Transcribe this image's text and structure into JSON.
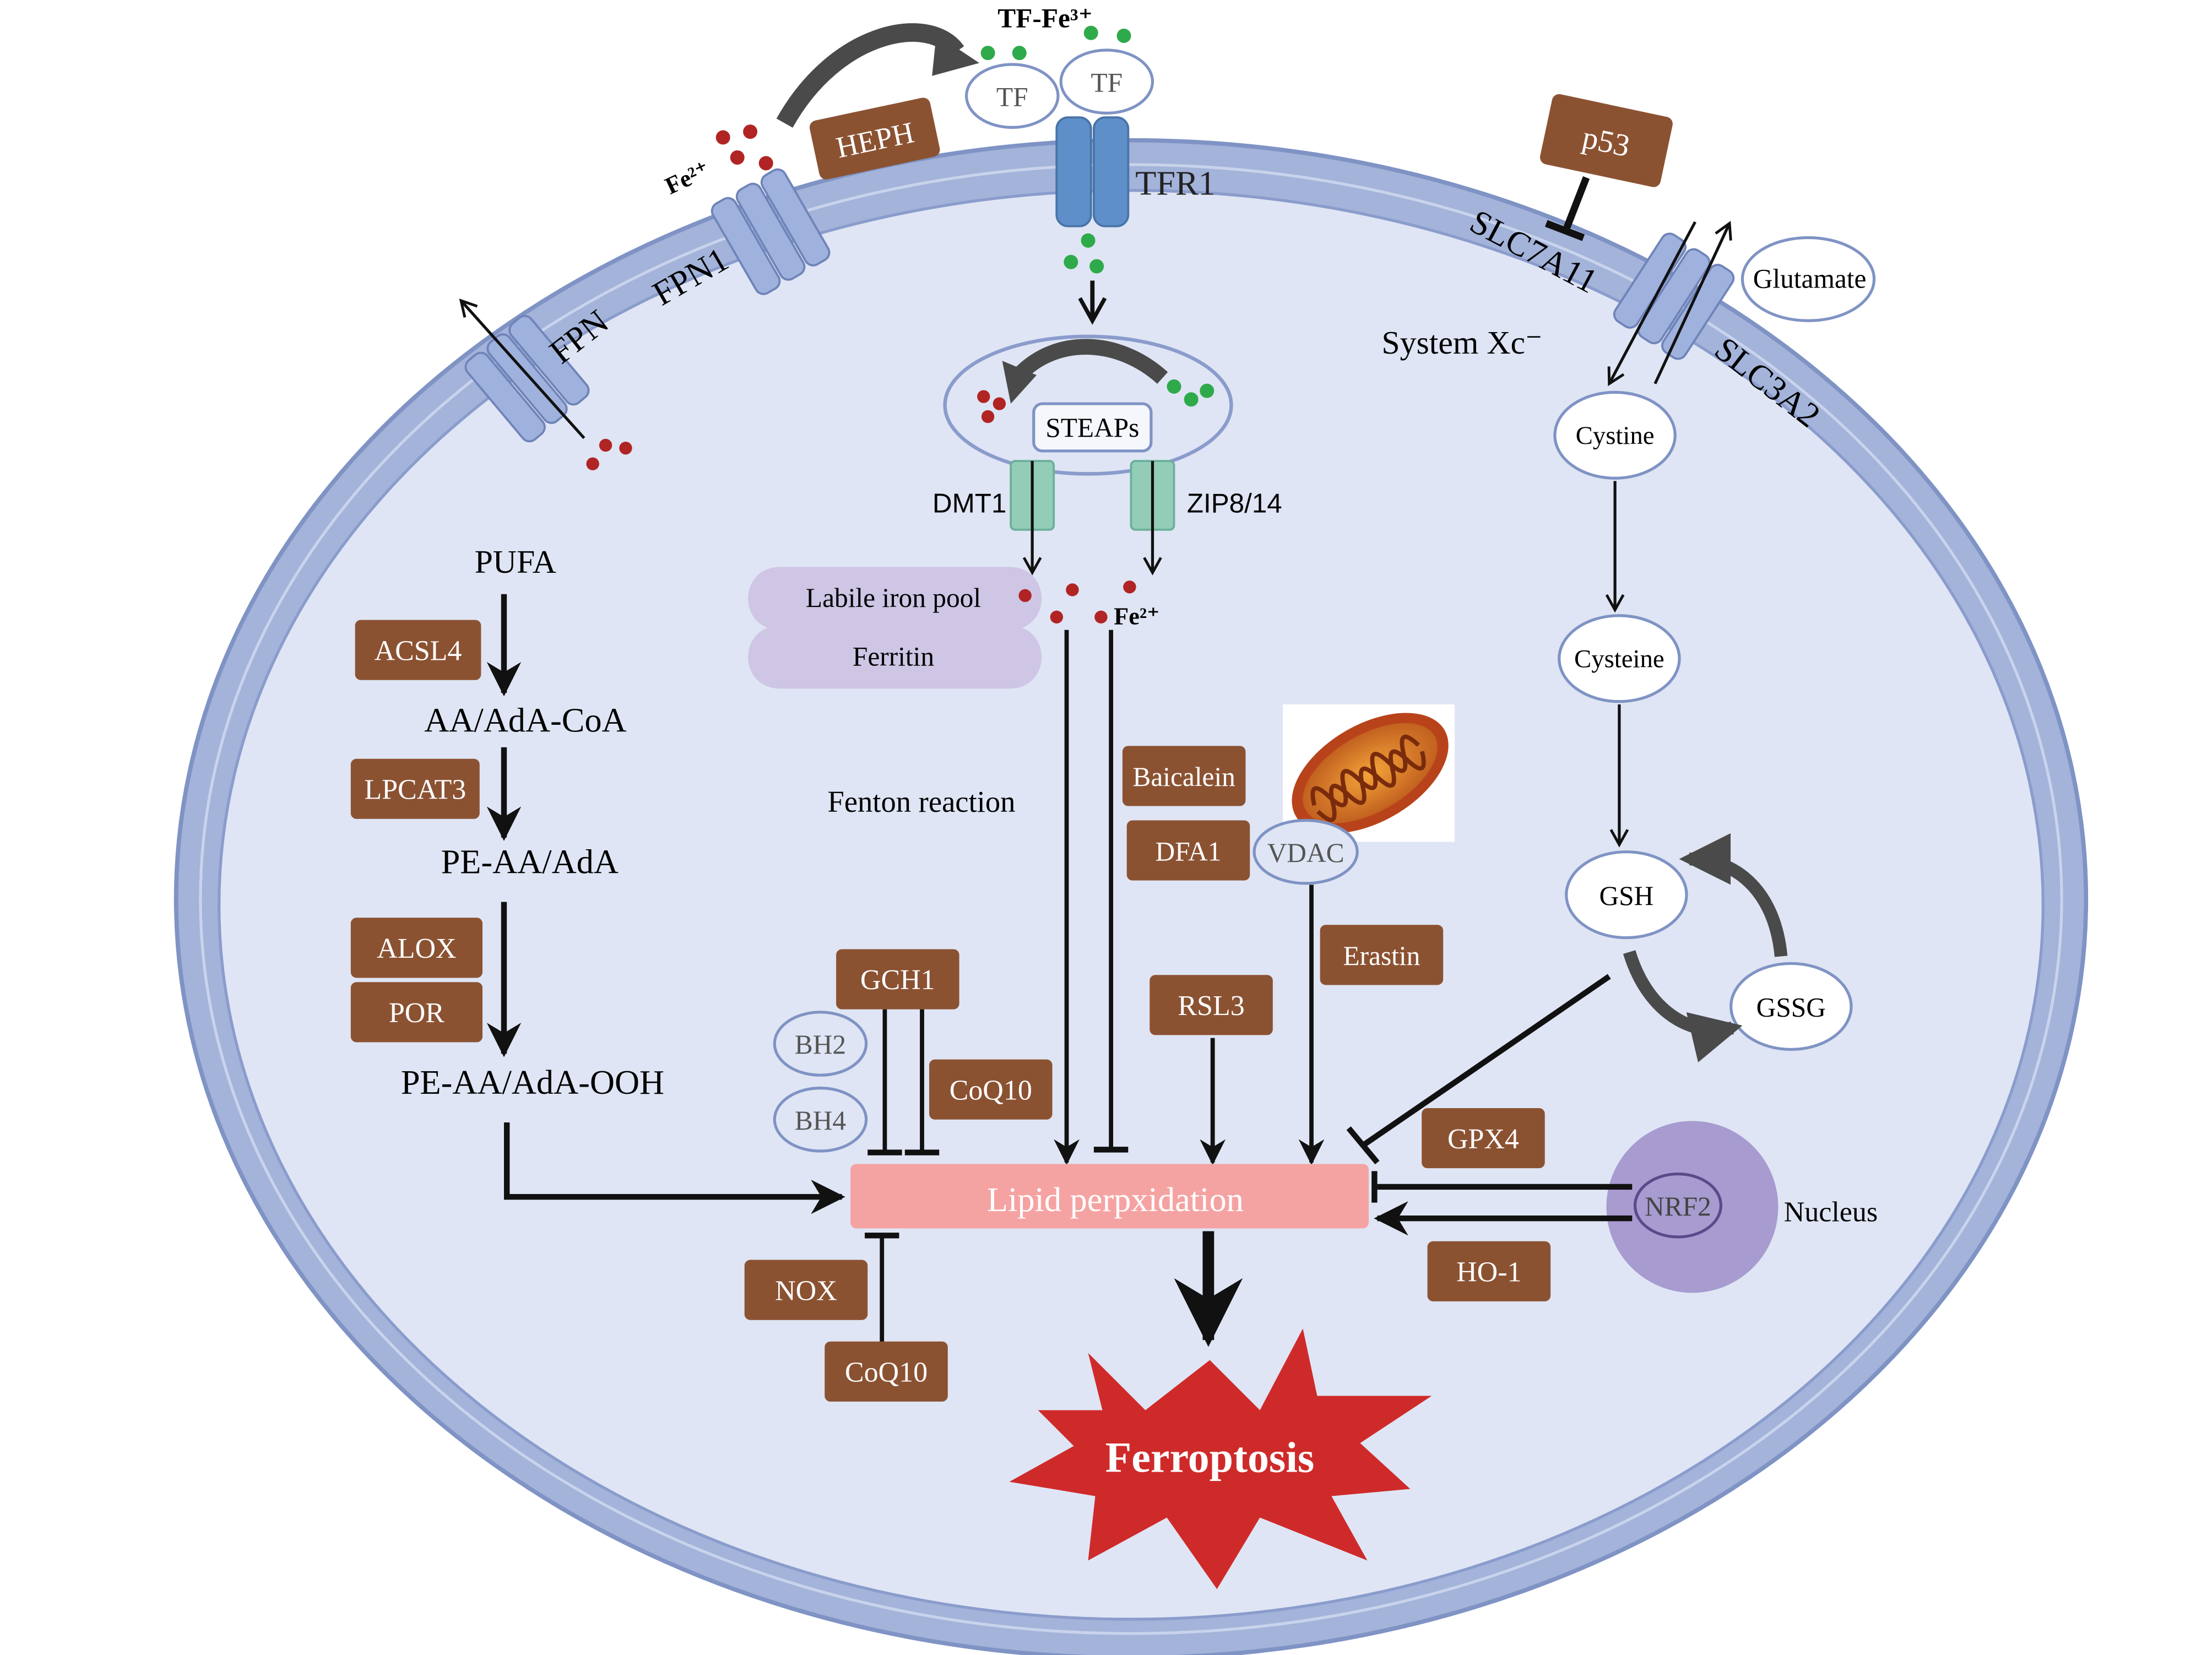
{
  "colors": {
    "background": "#ffffff",
    "membrane": "#a3b3d9",
    "membrane_edge": "#7f93c4",
    "cytoplasm": "#dfe5f4",
    "inhibitor_box": "#8b5232",
    "inhibitor_text": "#ffffff",
    "channel": "#9fb1dd",
    "tfr1": "#5f8fc8",
    "dmt1": "#93cdb8",
    "iron_pool": "#cfc5e5",
    "fe2_dot": "#b12424",
    "fe3_dot": "#2faa4a",
    "lipid_box": "#f5a3a2",
    "nucleus": "#a79bd0",
    "ferroptosis": "#cf2a2a",
    "arrow_cycle": "#4a4a4a"
  },
  "labels": {
    "tf_fe3": "TF-Fe³⁺",
    "tf1": "TF",
    "tf2": "TF",
    "heph": "HEPH",
    "fe2_outside": "Fe²⁺",
    "fpn1": "FPN1",
    "fpn": "FPN",
    "tfr1": "TFR1",
    "p53": "p53",
    "slc7a11": "SLC7A11",
    "glutamate": "Glutamate",
    "system_xc": "System Xc⁻",
    "slc3a2": "SLC3A2",
    "cystine": "Cystine",
    "cysteine": "Cysteine",
    "gsh": "GSH",
    "gssg": "GSSG",
    "steaps": "STEAPs",
    "dmt1": "DMT1",
    "zip": "ZIP8/14",
    "labile_iron_pool": "Labile iron pool",
    "ferritin": "Ferritin",
    "fe2_inside": "Fe²⁺",
    "fenton": "Fenton reaction",
    "baicalein": "Baicalein",
    "dfa1": "DFA1",
    "vdac": "VDAC",
    "erastin": "Erastin",
    "pufa": "PUFA",
    "acsl4": "ACSL4",
    "aa_coa": "AA/AdA-CoA",
    "lpcat3": "LPCAT3",
    "pe_aa": "PE-AA/AdA",
    "alox": "ALOX",
    "por": "POR",
    "pe_aa_ooh": "PE-AA/AdA-OOH",
    "gch1": "GCH1",
    "bh2": "BH2",
    "bh4": "BH4",
    "coq10_top": "CoQ10",
    "rsl3": "RSL3",
    "gpx4": "GPX4",
    "lipid_perox": "Lipid perpxidation",
    "nrf2": "NRF2",
    "nucleus": "Nucleus",
    "ho1": "HO-1",
    "nox": "NOX",
    "coq10_bottom": "CoQ10",
    "ferroptosis": "Ferroptosis"
  }
}
